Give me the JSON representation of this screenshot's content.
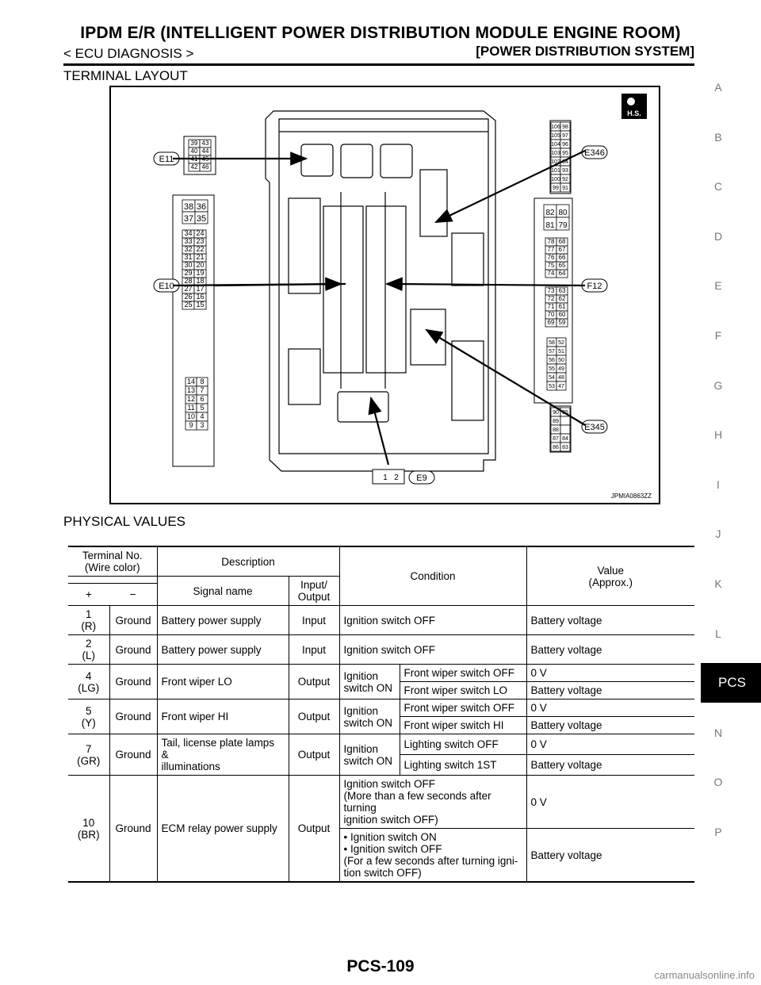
{
  "header": {
    "title": "IPDM E/R (INTELLIGENT POWER DISTRIBUTION MODULE ENGINE ROOM)",
    "section": "< ECU DIAGNOSIS >",
    "system": "[POWER DISTRIBUTION SYSTEM]"
  },
  "terminal_layout": {
    "heading": "TERMINAL LAYOUT",
    "figure_code": "JPMIA0863ZZ",
    "hs_badge": "H.S.",
    "connectors": [
      "E11",
      "E10",
      "E346",
      "F12",
      "E345",
      "E9"
    ],
    "e9_pins": [
      "1",
      "2"
    ],
    "e11_pins": [
      "39",
      "43",
      "40",
      "44",
      "41",
      "45",
      "42",
      "46"
    ],
    "e10_pins_top": [
      "38",
      "36",
      "37",
      "35"
    ],
    "e10_pins_mid": [
      "34",
      "24",
      "33",
      "23",
      "32",
      "22",
      "31",
      "21",
      "30",
      "20",
      "29",
      "19",
      "28",
      "18",
      "27",
      "17",
      "26",
      "16",
      "25",
      "15"
    ],
    "e10_pins_bot": [
      "14",
      "8",
      "13",
      "7",
      "12",
      "6",
      "11",
      "5",
      "10",
      "4",
      "9",
      "3"
    ],
    "e346_pins": [
      "106",
      "98",
      "105",
      "97",
      "104",
      "96",
      "103",
      "95",
      "102",
      "94",
      "101",
      "93",
      "100",
      "92",
      "99",
      "91"
    ],
    "f12_pins_top": [
      "82",
      "80",
      "81",
      "79"
    ],
    "f12_pins_a": [
      "78",
      "68",
      "77",
      "67",
      "76",
      "66",
      "75",
      "65",
      "74",
      "64"
    ],
    "f12_pins_b": [
      "73",
      "63",
      "72",
      "62",
      "71",
      "61",
      "70",
      "60",
      "69",
      "59"
    ],
    "f12_pins_c": [
      "58",
      "52",
      "57",
      "51",
      "56",
      "50",
      "55",
      "49",
      "54",
      "48",
      "53",
      "47"
    ],
    "e345_pins": [
      "90",
      "85",
      "89",
      "",
      "88",
      "",
      "87",
      "84",
      "86",
      "83"
    ]
  },
  "physical_values": {
    "heading": "PHYSICAL VALUES",
    "headers": {
      "terminal": "Terminal No.\n(Wire color)",
      "plus": "+",
      "minus": "−",
      "description": "Description",
      "signal_name": "Signal name",
      "io": "Input/\nOutput",
      "condition": "Condition",
      "value": "Value\n(Approx.)"
    },
    "rows": [
      {
        "plus": "1\n(R)",
        "minus": "Ground",
        "signal": "Battery power supply",
        "io": "Input",
        "condition": "Ignition switch OFF",
        "value": "Battery voltage"
      },
      {
        "plus": "2\n(L)",
        "minus": "Ground",
        "signal": "Battery power supply",
        "io": "Input",
        "condition": "Ignition switch OFF",
        "value": "Battery voltage"
      },
      {
        "plus": "4\n(LG)",
        "minus": "Ground",
        "signal": "Front wiper LO",
        "io": "Output",
        "cond_main": "Ignition\nswitch ON",
        "sub": [
          {
            "c": "Front wiper switch OFF",
            "v": "0 V"
          },
          {
            "c": "Front wiper switch LO",
            "v": "Battery voltage"
          }
        ]
      },
      {
        "plus": "5\n(Y)",
        "minus": "Ground",
        "signal": "Front wiper HI",
        "io": "Output",
        "cond_main": "Ignition\nswitch ON",
        "sub": [
          {
            "c": "Front wiper switch OFF",
            "v": "0 V"
          },
          {
            "c": "Front wiper switch HI",
            "v": "Battery voltage"
          }
        ]
      },
      {
        "plus": "7\n(GR)",
        "minus": "Ground",
        "signal": "Tail, license plate lamps &\nilluminations",
        "io": "Output",
        "cond_main": "Ignition\nswitch ON",
        "sub": [
          {
            "c": "Lighting switch OFF",
            "v": "0 V"
          },
          {
            "c": "Lighting switch 1ST",
            "v": "Battery voltage"
          }
        ]
      },
      {
        "plus": "10\n(BR)",
        "minus": "Ground",
        "signal": "ECM relay power supply",
        "io": "Output",
        "sub": [
          {
            "c": "Ignition switch OFF\n(More than a few seconds after turning\nignition switch OFF)",
            "v": "0 V"
          },
          {
            "c": "• Ignition switch ON\n• Ignition switch OFF\n    (For a few seconds after turning igni-\n    tion switch OFF)",
            "v": "Battery voltage"
          }
        ]
      }
    ]
  },
  "side_index": [
    "A",
    "B",
    "C",
    "D",
    "E",
    "F",
    "G",
    "H",
    "I",
    "J",
    "K",
    "L",
    "PCS",
    "N",
    "O",
    "P"
  ],
  "footer": {
    "page": "PCS-109",
    "watermark": "carmanualsonline.info"
  }
}
